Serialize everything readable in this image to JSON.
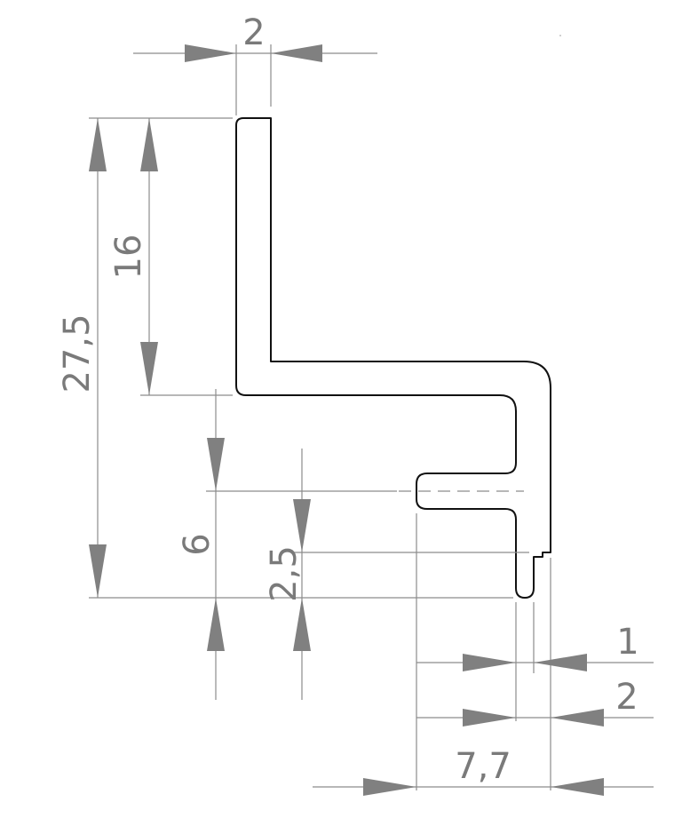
{
  "dimensions": {
    "top_width": "2",
    "total_height": "27,5",
    "upper_height": "16",
    "lower_height": "6",
    "lip_offset": "2,5",
    "tip_width": "1",
    "tip_offset": "2",
    "bottom_width": "7,7"
  }
}
